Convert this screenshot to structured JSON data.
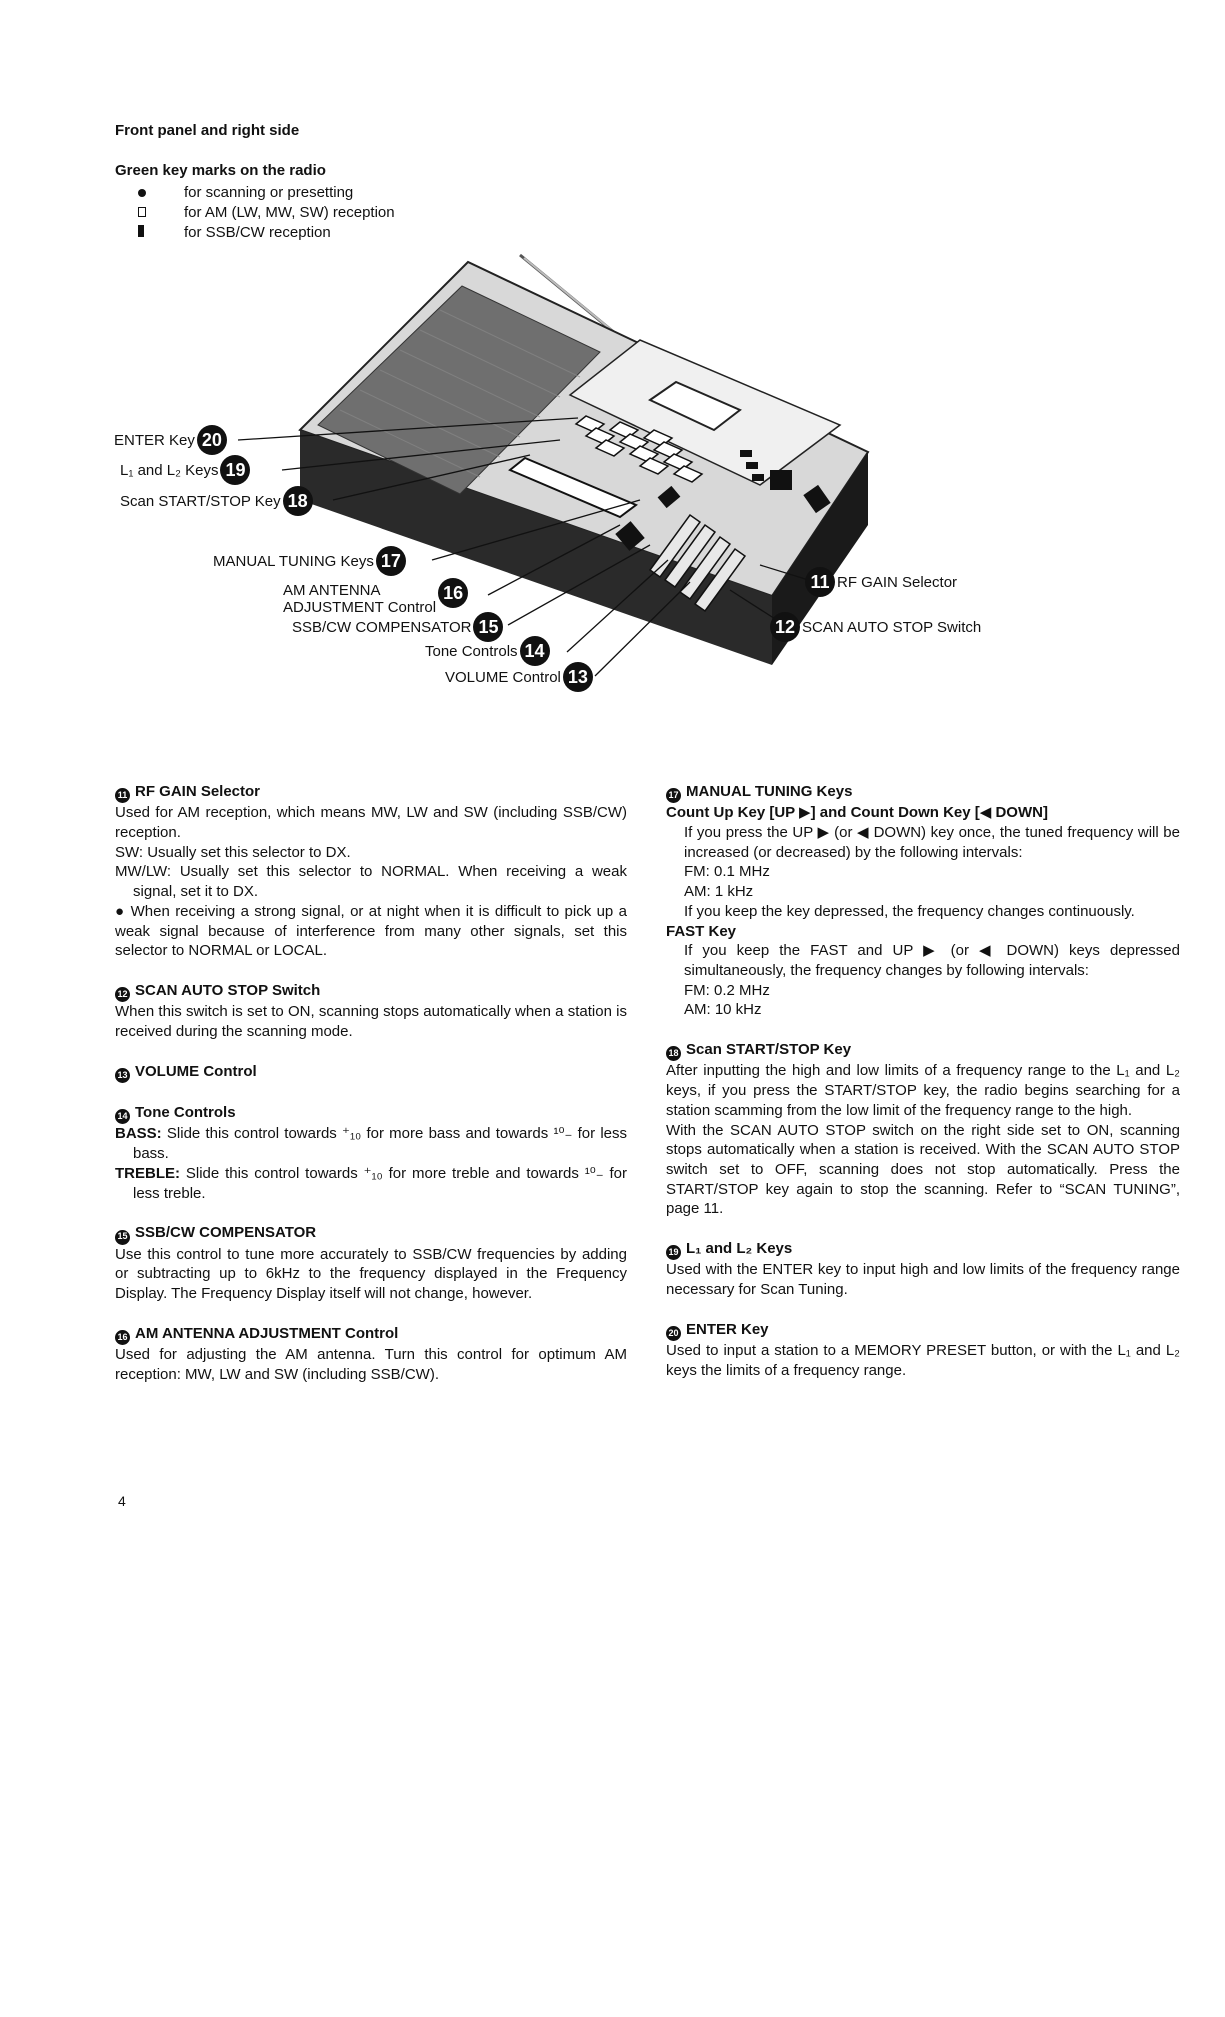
{
  "header": {
    "title": "Front panel and right side"
  },
  "legend": {
    "title": "Green key marks on the radio",
    "items": [
      {
        "icon": "filled-dot-icon",
        "text": "for scanning or presetting"
      },
      {
        "icon": "open-square-icon",
        "text": "for AM (LW, MW, SW) reception"
      },
      {
        "icon": "filled-bar-icon",
        "text": "for SSB/CW reception"
      }
    ]
  },
  "callouts": {
    "c20": {
      "label": "ENTER Key",
      "num": "20"
    },
    "c19": {
      "label": "L₁ and L₂ Keys",
      "num": "19"
    },
    "c18": {
      "label": "Scan START/STOP Key",
      "num": "18"
    },
    "c17": {
      "label": "MANUAL TUNING Keys",
      "num": "17"
    },
    "c16": {
      "label_line1": "AM ANTENNA",
      "label_line2": "ADJUSTMENT Control",
      "num": "16"
    },
    "c15": {
      "label": "SSB/CW COMPENSATOR",
      "num": "15"
    },
    "c14": {
      "label": "Tone Controls",
      "num": "14"
    },
    "c13": {
      "label": "VOLUME Control",
      "num": "13"
    },
    "c11": {
      "label": "RF GAIN Selector",
      "num": "11"
    },
    "c12": {
      "label": "SCAN AUTO STOP Switch",
      "num": "12"
    }
  },
  "left_column": {
    "s11": {
      "num": "11",
      "title": "RF GAIN Selector",
      "p1": "Used for AM reception, which means MW, LW and SW (including SSB/CW) reception.",
      "p2": "SW: Usually set this selector to DX.",
      "p3": "MW/LW: Usually set this selector to NORMAL. When receiving a weak signal, set it to DX.",
      "p4": "● When receiving a strong signal, or at night when it is difficult to pick up a weak signal because of interference from many other signals, set this selector to NORMAL or LOCAL."
    },
    "s12": {
      "num": "12",
      "title": "SCAN AUTO STOP Switch",
      "p1": "When this switch is set to ON, scanning stops automatically when a station is received during the scanning mode."
    },
    "s13": {
      "num": "13",
      "title": "VOLUME Control"
    },
    "s14": {
      "num": "14",
      "title": "Tone Controls",
      "bass_label": "BASS:",
      "bass_text": "Slide this control towards ⁺₁₀ for more bass and towards ¹⁰₋ for less bass.",
      "treble_label": "TREBLE:",
      "treble_text": "Slide this control towards ⁺₁₀ for more treble and towards ¹⁰₋ for less treble."
    },
    "s15": {
      "num": "15",
      "title": "SSB/CW COMPENSATOR",
      "p1": "Use this control to tune more accurately to SSB/CW frequencies by adding or subtracting up to 6kHz to the frequency displayed in the Frequency Display. The Frequency Display itself will not change, however."
    },
    "s16": {
      "num": "16",
      "title": "AM ANTENNA ADJUSTMENT Control",
      "p1": "Used for adjusting the AM antenna. Turn this control for optimum AM reception: MW, LW and SW (including SSB/CW)."
    }
  },
  "right_column": {
    "s17": {
      "num": "17",
      "title": "MANUAL TUNING Keys",
      "sub1": "Count Up Key [UP ▶] and Count Down Key [◀ DOWN]",
      "p1": "If you press the UP ▶ (or ◀ DOWN) key once, the tuned frequency will be increased (or decreased) by the following intervals:",
      "fm1": "FM: 0.1 MHz",
      "am1": "AM: 1 kHz",
      "p2": "If you keep the key depressed, the frequency changes continuously.",
      "sub2": "FAST Key",
      "p3": "If you keep the FAST and UP ▶ (or ◀ DOWN) keys depressed simultaneously, the frequency changes by following intervals:",
      "fm2": "FM: 0.2 MHz",
      "am2": "AM: 10 kHz"
    },
    "s18": {
      "num": "18",
      "title": "Scan START/STOP Key",
      "p1": "After inputting the high and low limits of a frequency range to the L₁ and L₂ keys, if you press the START/STOP key, the radio begins searching for a station scamming from the low limit of the frequency range to the high.",
      "p2": "With the SCAN AUTO STOP switch on the right side set to ON, scanning stops automatically when a station is received. With the SCAN AUTO STOP switch set to OFF, scanning does not stop automatically. Press the START/STOP key again to stop the scanning. Refer to “SCAN TUNING”, page 11."
    },
    "s19": {
      "num": "19",
      "title": "L₁ and L₂ Keys",
      "p1": "Used with the ENTER key to input high and low limits of the frequency range necessary for Scan Tuning."
    },
    "s20": {
      "num": "20",
      "title": "ENTER Key",
      "p1": "Used to input a station to a MEMORY PRESET button, or with the L₁ and L₂ keys the limits of a frequency range."
    }
  },
  "page_number": "4"
}
